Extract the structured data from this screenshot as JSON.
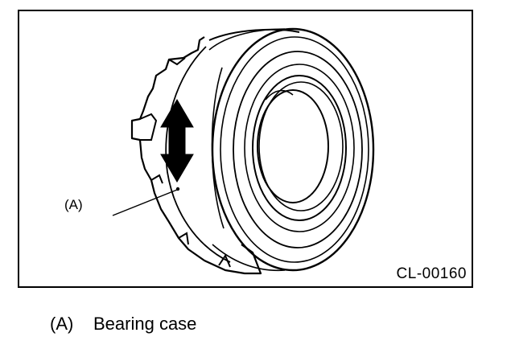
{
  "figure": {
    "id_label": "CL-00160",
    "callout_label": "(A)"
  },
  "caption": {
    "ref": "(A)",
    "text": "Bearing case"
  }
}
